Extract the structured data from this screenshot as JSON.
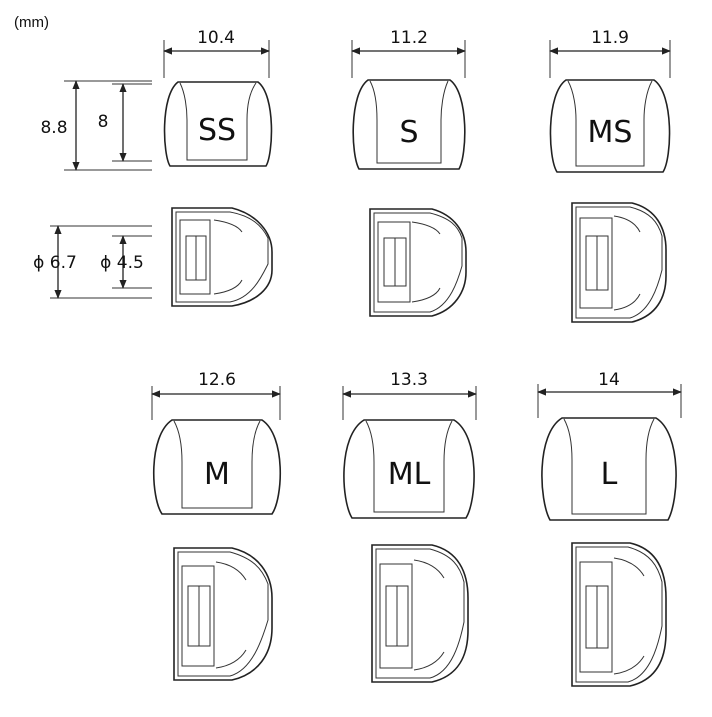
{
  "unit_label": "(mm)",
  "sizes": [
    {
      "label": "SS",
      "width": "10.4"
    },
    {
      "label": "S",
      "width": "11.2"
    },
    {
      "label": "MS",
      "width": "11.9"
    },
    {
      "label": "M",
      "width": "12.6"
    },
    {
      "label": "ML",
      "width": "13.3"
    },
    {
      "label": "L",
      "width": "14"
    }
  ],
  "dimensions": {
    "outer_height": "8.8",
    "inner_height": "8",
    "outer_diameter": "ϕ 6.7",
    "inner_diameter": "ϕ 4.5"
  }
}
